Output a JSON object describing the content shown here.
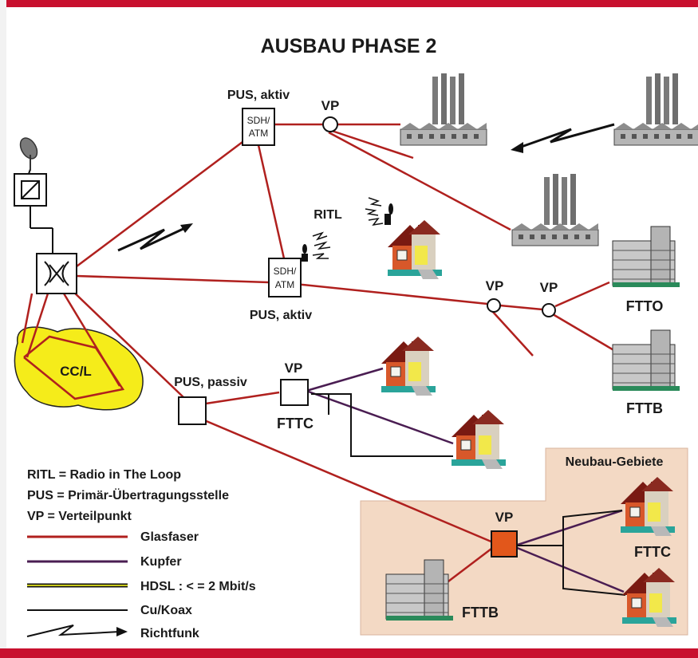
{
  "title": "AUSBAU PHASE 2",
  "nodes": {
    "pus_top_label": "PUS, aktiv",
    "pus_top_box_line1": "SDH/",
    "pus_top_box_line2": "ATM",
    "pus_mid_label": "PUS, aktiv",
    "pus_mid_box_line1": "SDH/",
    "pus_mid_box_line2": "ATM",
    "pus_passive_label": "PUS, passiv",
    "vp_top": "VP",
    "vp_mid_left": "VP",
    "vp_mid_right": "VP",
    "vp_fttc": "VP",
    "vp_neubau": "VP",
    "ritl": "RITL",
    "ccl": "CC/L",
    "ftto": "FTTO",
    "fttb_right": "FTTB",
    "fttc_mid": "FTTC",
    "fttc_neubau": "FTTC",
    "fttb_neubau": "FTTB",
    "neubau_area": "Neubau-Gebiete"
  },
  "legend": {
    "definitions": [
      "RITL = Radio in The Loop",
      "PUS = Primär-Übertragungsstelle",
      "VP = Verteilpunkt"
    ],
    "lines": [
      {
        "label": "Glasfaser",
        "color": "#b0201e"
      },
      {
        "label": "Kupfer",
        "color": "#4a1d52"
      },
      {
        "label": "HDSL : < = 2 Mbit/s",
        "color": "#9a9a1a"
      },
      {
        "label": "Cu/Koax",
        "color": "#111111"
      },
      {
        "label": "Richtfunk",
        "color": "#111111"
      }
    ]
  },
  "colors": {
    "frame_red": "#c8102e",
    "glasfaser": "#b0201e",
    "kupfer": "#4a1d52",
    "ccl_area": "#f5ec1a",
    "neubau_bg": "#f3d9c4",
    "vp_neubau_fill": "#e2571b"
  }
}
